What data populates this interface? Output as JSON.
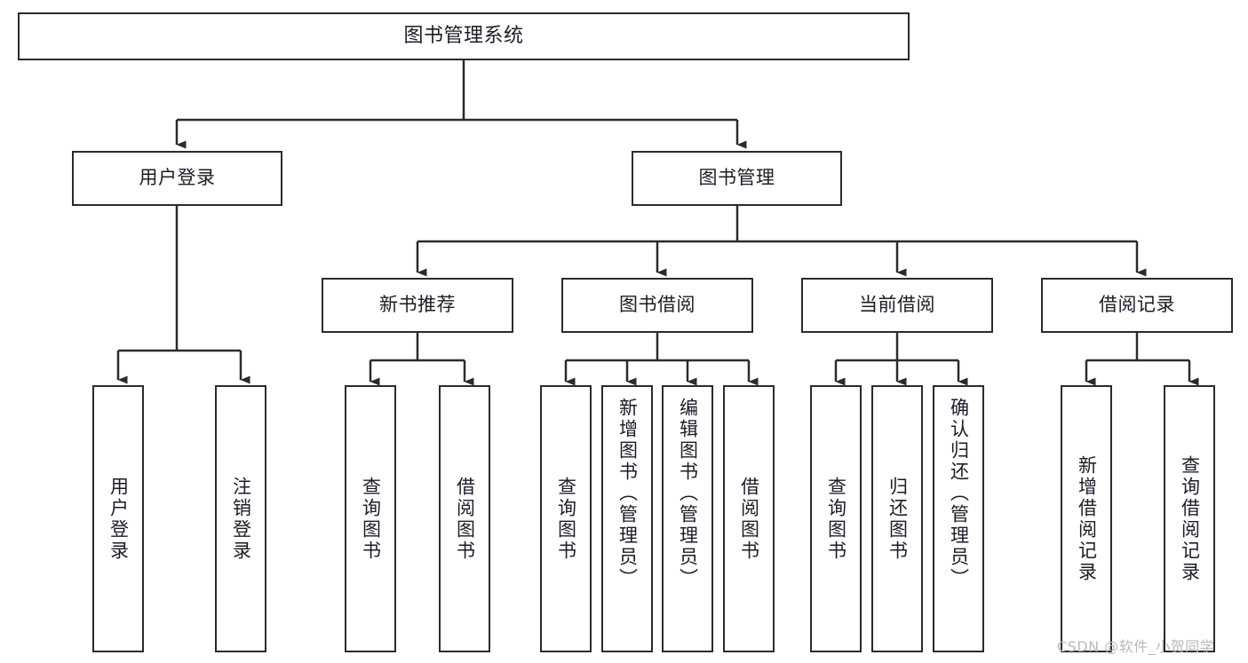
{
  "diagram": {
    "type": "hierarchy-tree",
    "title": "图书管理系统",
    "colors": {
      "background": "#ffffff",
      "box_border": "#2b2b2b",
      "box_fill": "#ffffff",
      "connector": "#2b2b2b",
      "text": "#1c1c28",
      "watermark": "#b9b9bf"
    },
    "root": {
      "label": "图书管理系统"
    },
    "level2": [
      {
        "label": "用户登录"
      },
      {
        "label": "图书管理"
      }
    ],
    "level3": [
      {
        "label": "新书推荐"
      },
      {
        "label": "图书借阅"
      },
      {
        "label": "当前借阅"
      },
      {
        "label": "借阅记录"
      }
    ],
    "leaves": {
      "user_login": [
        {
          "label": "用户登录"
        },
        {
          "label": "注销登录"
        }
      ],
      "new_book_recommend": [
        {
          "label": "查询图书"
        },
        {
          "label": "借阅图书"
        }
      ],
      "book_borrow": [
        {
          "label": "查询图书"
        },
        {
          "label": "新增图书（管理员）"
        },
        {
          "label": "编辑图书（管理员）"
        },
        {
          "label": "借阅图书"
        }
      ],
      "current_borrow": [
        {
          "label": "查询图书"
        },
        {
          "label": "归还图书"
        },
        {
          "label": "确认归还（管理员）"
        }
      ],
      "borrow_record": [
        {
          "label": "新增借阅记录"
        },
        {
          "label": "查询借阅记录"
        }
      ]
    }
  },
  "watermark": {
    "text": "CSDN @软件_小贺同学"
  }
}
